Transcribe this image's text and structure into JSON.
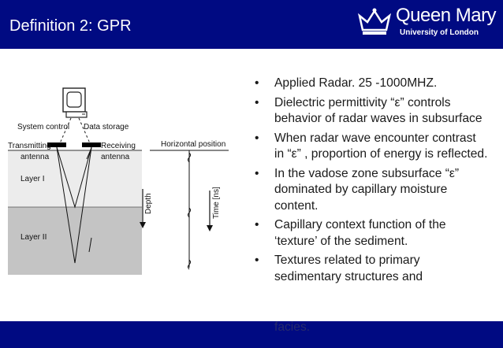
{
  "slide": {
    "title": "Definition 2: GPR"
  },
  "logo": {
    "name": "Queen Mary",
    "sub": "University of London"
  },
  "diagram": {
    "system_control": "System control",
    "data_storage": "Data storage",
    "transmitting": "Transmitting",
    "transmitting_sub": "antenna",
    "receiving": "Receiving",
    "receiving_sub": "antenna",
    "layer1": "Layer I",
    "layer2": "Layer II",
    "depth": "Depth",
    "horizontal_position": "Horizontal position",
    "time": "Time [ns]"
  },
  "bullets": [
    "Applied Radar. 25 -1000MHZ.",
    "Dielectric permittivity “ε” controls behavior of radar waves in subsurface",
    "When radar wave encounter contrast in “ε” , proportion of energy is reflected.",
    "In the vadose zone subsurface “ε” dominated by capillary moisture content.",
    "Capillary context function of the ‘texture’ of the sediment.",
    "Textures related to primary sedimentary structures and"
  ],
  "overflow_text": "facies.",
  "colors": {
    "header": "#000a82",
    "layer1": "#ececec",
    "layer2": "#c4c4c4"
  }
}
